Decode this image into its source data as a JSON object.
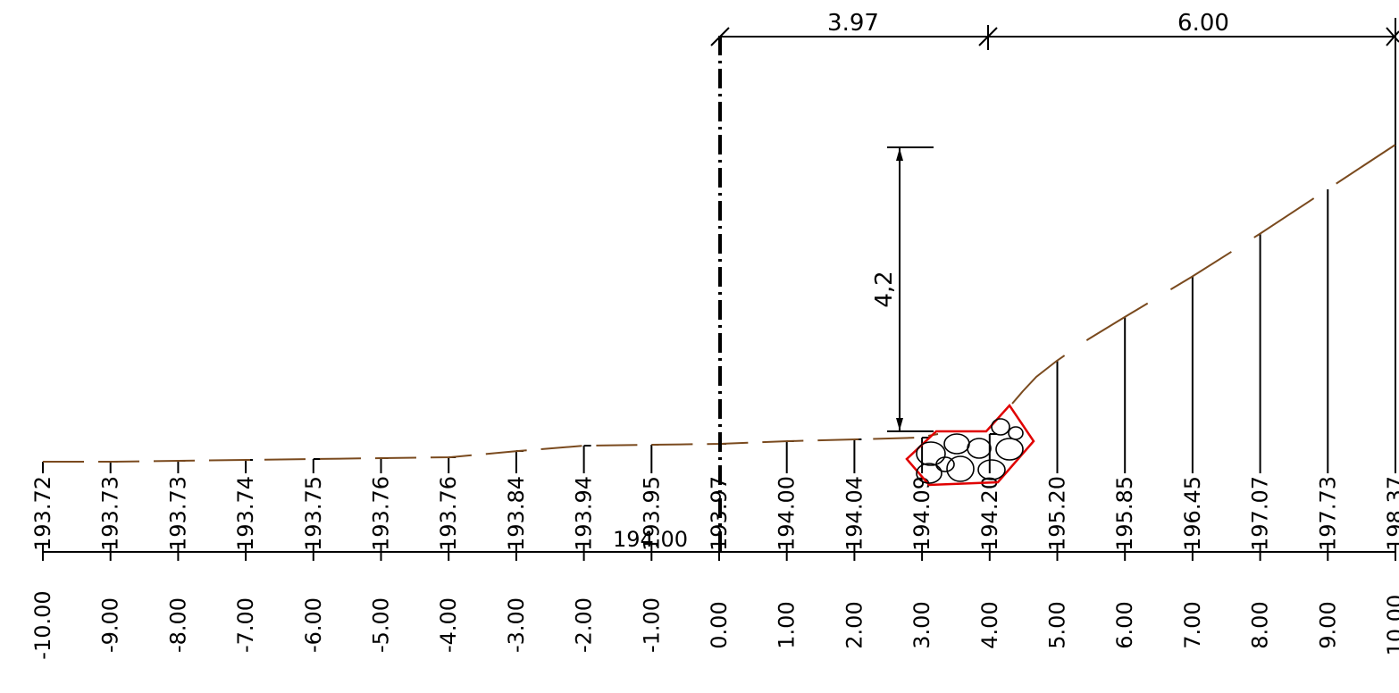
{
  "profile": {
    "offsets": [
      "-10.00",
      "-9.00",
      "-8.00",
      "-7.00",
      "-6.00",
      "-5.00",
      "-4.00",
      "-3.00",
      "-2.00",
      "-1.00",
      "0.00",
      "1.00",
      "2.00",
      "3.00",
      "4.00",
      "5.00",
      "6.00",
      "7.00",
      "8.00",
      "9.00",
      "10.00"
    ],
    "elevations": [
      "193.72",
      "193.73",
      "193.73",
      "193.74",
      "193.75",
      "193.76",
      "193.76",
      "193.84",
      "193.94",
      "193.95",
      "193.97",
      "194.00",
      "194.04",
      "194.09",
      "194.20",
      "195.20",
      "195.85",
      "196.45",
      "197.07",
      "197.73",
      "198.37"
    ],
    "datum_label": "194.00"
  },
  "dimensions": {
    "top_left": "3.97",
    "top_right": "6.00",
    "vertical": "4,2"
  },
  "colors": {
    "ground_line": "#7a4a1e",
    "riprap_outline": "#e00000",
    "lines": "#000000"
  }
}
